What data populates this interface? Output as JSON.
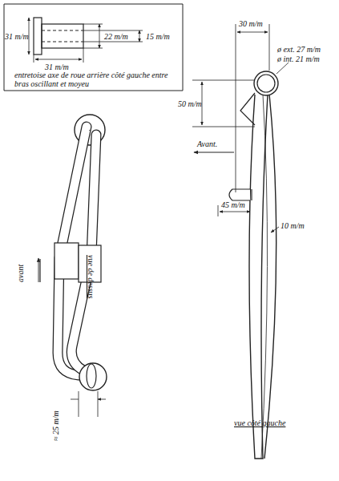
{
  "diagram": {
    "labels": [
      "31 m/m",
      "22 m/m",
      "15 m/m",
      "31 m/m",
      "entretoise axe de roue arrière côté gauche entre bras oscillant et moyeu",
      "30 m/m",
      "ø ext. 27 m/m",
      "ø int. 21 m/m",
      "50 m/m",
      "Avant.",
      "45 m/m",
      "10 m/m",
      "vue côté gauche",
      "avant",
      "vue de dessus",
      "≈ 25 m/m"
    ]
  }
}
